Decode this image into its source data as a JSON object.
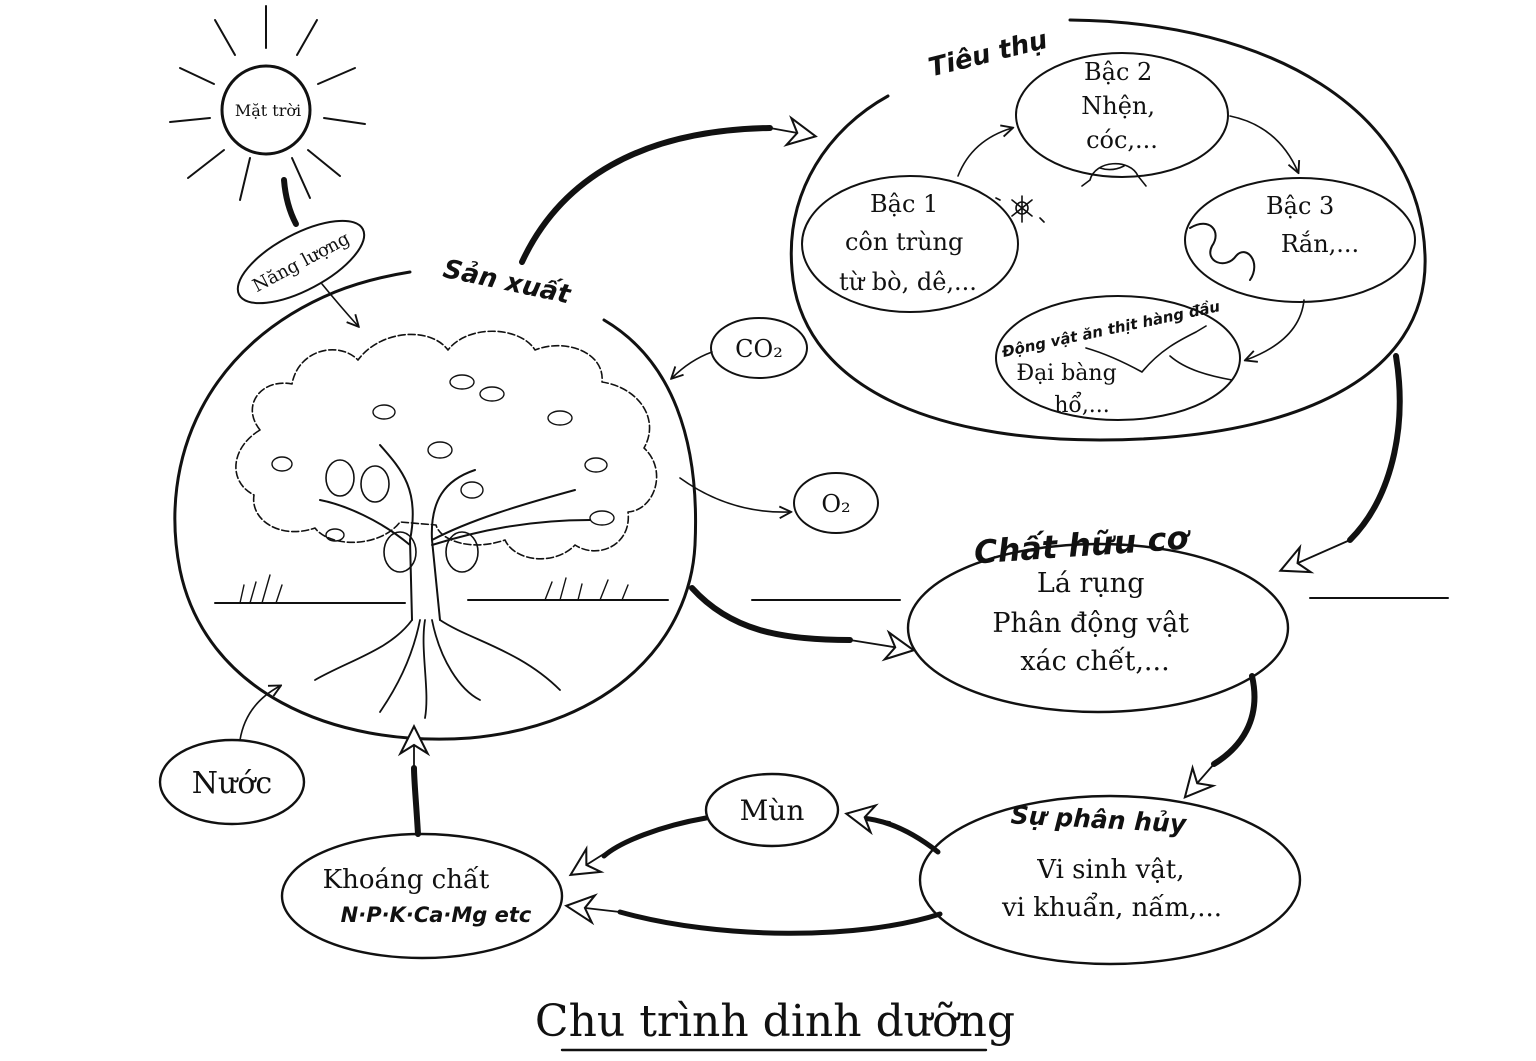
{
  "title": "Chu trình dinh dưỡng",
  "sun": {
    "label": "Mặt trời"
  },
  "energy": {
    "label": "Năng lượng"
  },
  "producer": {
    "heading": "Sản xuất"
  },
  "consumer": {
    "heading": "Tiêu thụ",
    "level1": {
      "lines": [
        "Bậc 1",
        "côn trùng",
        "từ bò, dê,..."
      ]
    },
    "level2": {
      "lines": [
        "Bậc 2",
        "Nhện,",
        "cóc,..."
      ]
    },
    "level3": {
      "lines": [
        "Bậc 3",
        "Rắn,..."
      ]
    },
    "apex": {
      "heading": "Động vật ăn thịt hàng đầu",
      "lines": [
        "Đại bàng",
        "hổ,..."
      ]
    }
  },
  "gases": {
    "co2": "CO₂",
    "o2": "O₂"
  },
  "organic": {
    "heading": "Chất hữu cơ",
    "lines": [
      "Lá rụng",
      "Phân động vật",
      "xác chết,..."
    ]
  },
  "decomposition": {
    "heading": "Sự phân hủy",
    "lines": [
      "Vi sinh vật,",
      "vi khuẩn, nấm,..."
    ]
  },
  "humus": {
    "label": "Mùn"
  },
  "minerals": {
    "label": "Khoáng chất",
    "elements": "N·P·K·Ca·Mg etc"
  },
  "water": {
    "label": "Nước"
  }
}
